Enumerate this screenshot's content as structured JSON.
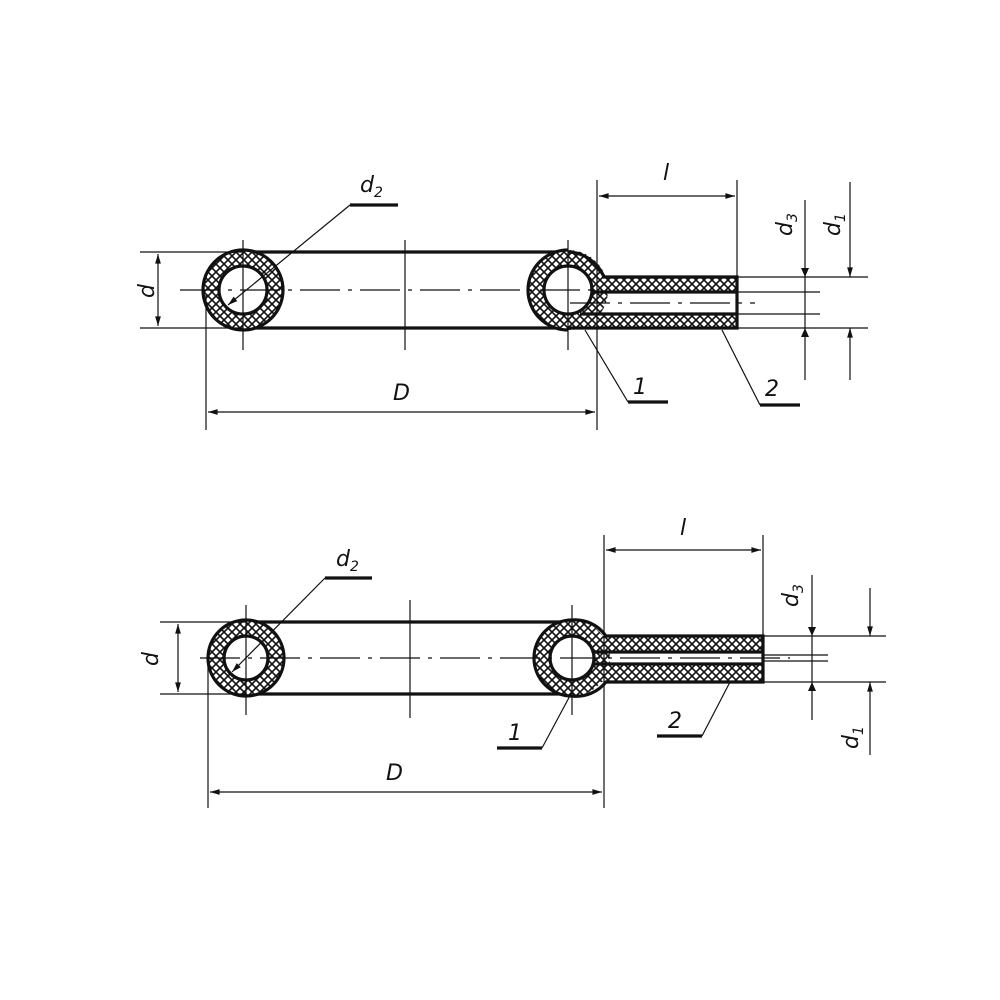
{
  "views": [
    {
      "labels": {
        "d2": "d",
        "d2_sub": "2",
        "d": "d",
        "D": "D",
        "l": "l",
        "d3": "d",
        "d3_sub": "3",
        "d1": "d",
        "d1_sub": "1",
        "part1": "1",
        "part2": "2"
      }
    },
    {
      "labels": {
        "d2": "d",
        "d2_sub": "2",
        "d": "d",
        "D": "D",
        "l": "l",
        "d3": "d",
        "d3_sub": "3",
        "d1": "d",
        "d1_sub": "1",
        "part1": "1",
        "part2": "2"
      }
    }
  ],
  "colors": {
    "line": "#111111",
    "background": "#ffffff"
  }
}
